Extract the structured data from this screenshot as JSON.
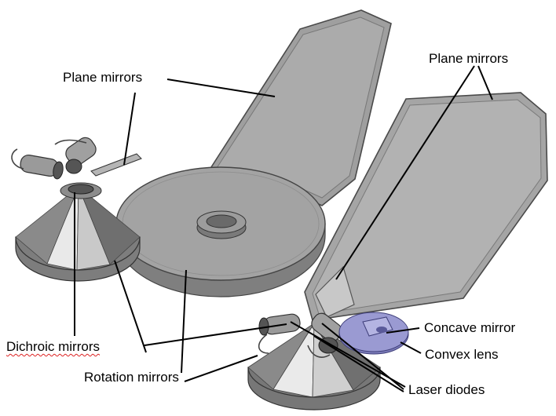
{
  "labels": {
    "plane_mirrors_left": "Plane mirrors",
    "plane_mirrors_right": "Plane mirrors",
    "concave_mirror": "Concave mirror",
    "convex_lens": "Convex lens",
    "dichroic_mirrors": "Dichroic mirrors",
    "rotation_mirrors": "Rotation mirrors",
    "laser_diodes": "Laser diodes"
  },
  "colors": {
    "panel_fill": "#a9a9a9",
    "panel_edge": "#5a5a5a",
    "disc_top": "#a2a2a2",
    "disc_side": "#7e7e7e",
    "cone_light": "#e6e6e6",
    "cone_dark": "#6e6e6e",
    "lens": "#8e8ec8",
    "leader": "#000000"
  }
}
